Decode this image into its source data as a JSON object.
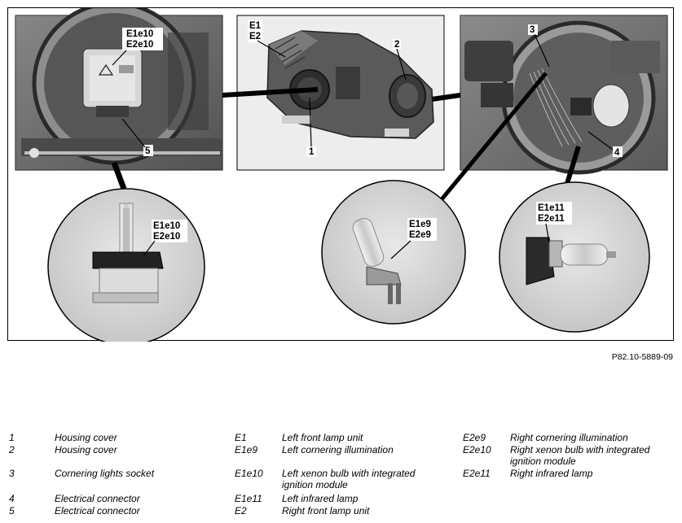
{
  "figure": {
    "callouts": {
      "e1e10_top": "E1e10",
      "e2e10_top": "E2e10",
      "e1_main": "E1",
      "e2_main": "E2",
      "num2": "2",
      "num1": "1",
      "num5": "5",
      "num3": "3",
      "num4": "4",
      "e1e10_circle": "E1e10",
      "e2e10_circle": "E2e10",
      "e1e9_circle": "E1e9",
      "e2e9_circle": "E2e9",
      "e1e11_circle": "E1e11",
      "e2e11_circle": "E2e11"
    },
    "reference_code": "P82.10-5889-09"
  },
  "legend": {
    "col1": [
      {
        "key": "1",
        "text": "Housing cover"
      },
      {
        "key": "2",
        "text": "Housing cover"
      },
      {
        "key": "3",
        "text": "Cornering lights socket"
      },
      {
        "key": "4",
        "text": "Electrical connector"
      },
      {
        "key": "5",
        "text": "Electrical connector"
      }
    ],
    "col2": [
      {
        "key": "E1",
        "text": "Left front lamp unit"
      },
      {
        "key": "E1e9",
        "text": "Left cornering illumination"
      },
      {
        "key": "E1e10",
        "text": "Left xenon bulb with integrated ignition module"
      },
      {
        "key": "E1e11",
        "text": "Left infrared lamp"
      },
      {
        "key": "E2",
        "text": "Right front lamp unit"
      }
    ],
    "col3": [
      {
        "key": "E2e9",
        "text": "Right cornering illumination"
      },
      {
        "key": "E2e10",
        "text": "Right xenon bulb with integrated ignition module"
      },
      {
        "key": "E2e11",
        "text": "Right infrared lamp"
      }
    ]
  }
}
